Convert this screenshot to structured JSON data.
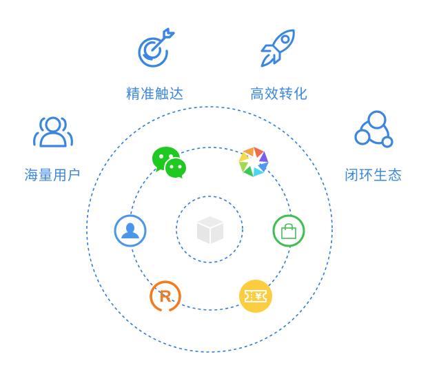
{
  "colors": {
    "primary_blue": "#3a86e0",
    "dash_blue": "#2f7ad8",
    "wechat_green": "#1fc91f",
    "user_blue": "#4a97ea",
    "shop_green": "#3fbf52",
    "brand_orange": "#f47a1f",
    "coupon_yellow": "#fccd3f",
    "cube_gray": "#e9e9e9"
  },
  "features": [
    {
      "id": "precise-reach",
      "label": "精准触达",
      "icon": "target-arrow-icon"
    },
    {
      "id": "efficient-conversion",
      "label": "高效转化",
      "icon": "rocket-icon"
    },
    {
      "id": "massive-users",
      "label": "海量用户",
      "icon": "users-group-icon"
    },
    {
      "id": "closed-loop-ecosystem",
      "label": "闭环生态",
      "icon": "connected-circles-icon"
    }
  ],
  "orbit_nodes": [
    {
      "id": "wechat",
      "icon": "wechat-icon"
    },
    {
      "id": "camera-aperture",
      "icon": "aperture-icon"
    },
    {
      "id": "user-profile",
      "icon": "user-profile-icon"
    },
    {
      "id": "shopping-bag",
      "icon": "shopping-bag-icon"
    },
    {
      "id": "registered-brand",
      "icon": "registered-trademark-icon"
    },
    {
      "id": "coupon",
      "icon": "coupon-ticket-icon",
      "symbol": "¥"
    }
  ],
  "center": {
    "icon": "cube-icon"
  },
  "registered_symbol": "R"
}
